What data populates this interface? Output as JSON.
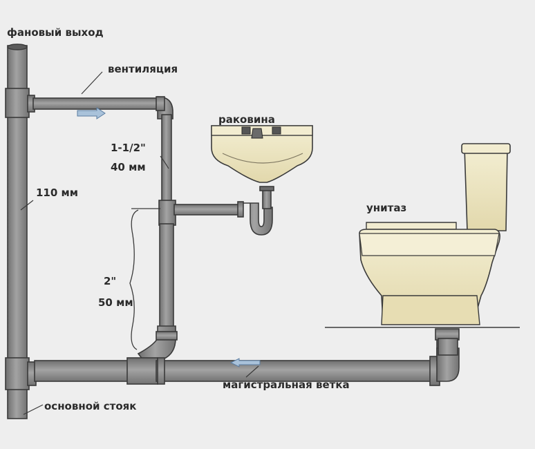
{
  "labels": {
    "vent_outlet": "фановый выход",
    "ventilation": "вентиляция",
    "riser_size": "110 мм",
    "branch_size_in": "1-1/2\"",
    "branch_size_mm": "40 мм",
    "sink": "раковина",
    "toilet": "унитаз",
    "drain_size_in": "2\"",
    "drain_size_mm": "50 мм",
    "main_branch": "магистральная ветка",
    "main_riser": "основной стояк"
  },
  "colors": {
    "background": "#eeeeee",
    "pipe": "#8e8e8e",
    "pipe_dark": "#6f6f6f",
    "fixture": "#efe8c6",
    "fixture_shadow": "#ddd3a6",
    "outline": "#3a3a3a",
    "flow_arrow": "#a9c2da",
    "text": "#2b2b2b"
  },
  "icons": {
    "flow": "flow-arrow-icon",
    "sink": "sink-icon",
    "toilet": "toilet-icon"
  }
}
